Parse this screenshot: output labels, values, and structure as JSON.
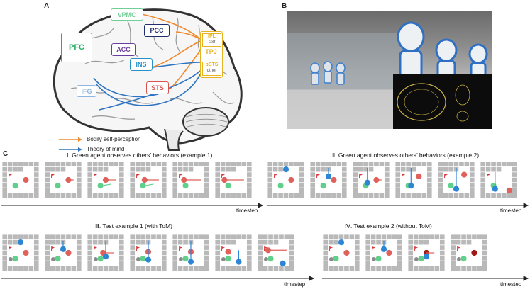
{
  "panel_labels": {
    "a": "A",
    "b": "B",
    "c": "C"
  },
  "brain": {
    "regions": {
      "vpmc": "vPMC",
      "pcc": "PCC",
      "pfc": "PFC",
      "acc": "ACC",
      "ins": "INS",
      "ifg": "IFG",
      "sts": "STS",
      "ipl": "IPL",
      "ipl_sub": "self",
      "tpj": "TPJ",
      "psts": "pSTS",
      "psts_sub": "other"
    },
    "legend": {
      "bodily": "Bodily self-perception",
      "tom": "Theory of mind"
    },
    "colors": {
      "orange": "#f0882d",
      "blue": "#2f74c0",
      "vpmc": "#6fcf97",
      "pcc": "#1f2e6e",
      "pfc": "#27ae60",
      "acc": "#6a3ea1",
      "ins": "#2891c9",
      "ifg": "#8fb6e0",
      "sts": "#d9534f",
      "tpj": "#e6b422"
    }
  },
  "sections": {
    "s1": {
      "title": "Ⅰ. Green agent observes others’ behaviors (example 1)"
    },
    "s2": {
      "title": "Ⅱ. Green agent observes others’ behaviors (example 2)"
    },
    "s3": {
      "title": "Ⅲ. Test example 1 (with ToM)"
    },
    "s4": {
      "title": "Ⅳ. Test example 2 (without ToM)"
    },
    "timestep": "timestep"
  },
  "grid_colors": {
    "wall": "#b9b9b9",
    "floor": "#ffffff",
    "red": "#e0605a",
    "green": "#5fd08a",
    "blue": "#2d86d4",
    "gray": "#8a8a8a",
    "dark_red": "#a01818"
  }
}
